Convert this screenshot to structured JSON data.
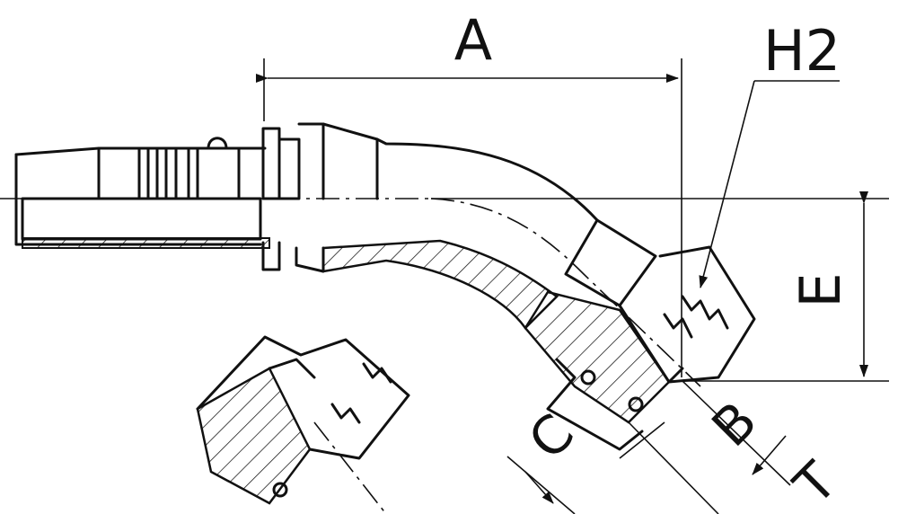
{
  "labels": {
    "a": "A",
    "h2": "H2",
    "e": "E",
    "b": "B",
    "c": "C",
    "t": "T"
  }
}
